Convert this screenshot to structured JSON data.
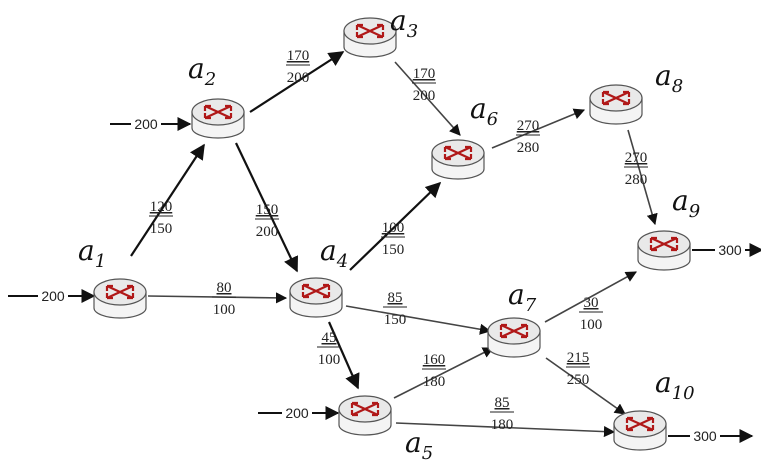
{
  "diagram": {
    "nodes": [
      {
        "id": "a1",
        "letter": "a",
        "sub": "1"
      },
      {
        "id": "a2",
        "letter": "a",
        "sub": "2"
      },
      {
        "id": "a3",
        "letter": "a",
        "sub": "3"
      },
      {
        "id": "a4",
        "letter": "a",
        "sub": "4"
      },
      {
        "id": "a5",
        "letter": "a",
        "sub": "5"
      },
      {
        "id": "a6",
        "letter": "a",
        "sub": "6"
      },
      {
        "id": "a7",
        "letter": "a",
        "sub": "7"
      },
      {
        "id": "a8",
        "letter": "a",
        "sub": "8"
      },
      {
        "id": "a9",
        "letter": "a",
        "sub": "9"
      },
      {
        "id": "a10",
        "letter": "a",
        "sub": "10"
      }
    ],
    "edges": [
      {
        "id": "e_a1_a2",
        "flow": "120",
        "capacity": "150"
      },
      {
        "id": "e_a1_a4",
        "flow": "80",
        "capacity": "100"
      },
      {
        "id": "e_a2_a3",
        "flow": "170",
        "capacity": "200"
      },
      {
        "id": "e_a2_a4",
        "flow": "150",
        "capacity": "200"
      },
      {
        "id": "e_a3_a6",
        "flow": "170",
        "capacity": "200"
      },
      {
        "id": "e_a4_a6",
        "flow": "100",
        "capacity": "150"
      },
      {
        "id": "e_a4_a7",
        "flow": "85",
        "capacity": "150"
      },
      {
        "id": "e_a4_a5",
        "flow": "45",
        "capacity": "100"
      },
      {
        "id": "e_a5_a7",
        "flow": "160",
        "capacity": "180"
      },
      {
        "id": "e_a5_a10",
        "flow": "85",
        "capacity": "180"
      },
      {
        "id": "e_a6_a8",
        "flow": "270",
        "capacity": "280"
      },
      {
        "id": "e_a8_a9",
        "flow": "270",
        "capacity": "280"
      },
      {
        "id": "e_a7_a9",
        "flow": "30",
        "capacity": "100"
      },
      {
        "id": "e_a7_a10",
        "flow": "215",
        "capacity": "250"
      }
    ],
    "external": [
      {
        "id": "in_a1",
        "value": "200"
      },
      {
        "id": "in_a2",
        "value": "200"
      },
      {
        "id": "in_a5",
        "value": "200"
      },
      {
        "id": "out_a9",
        "value": "300"
      },
      {
        "id": "out_a10",
        "value": "300"
      }
    ],
    "colors": {
      "router_top": "#e9e9e9",
      "router_body": "#f4f4f4",
      "router_arrows": "#b01818",
      "edge": "#444444"
    }
  }
}
